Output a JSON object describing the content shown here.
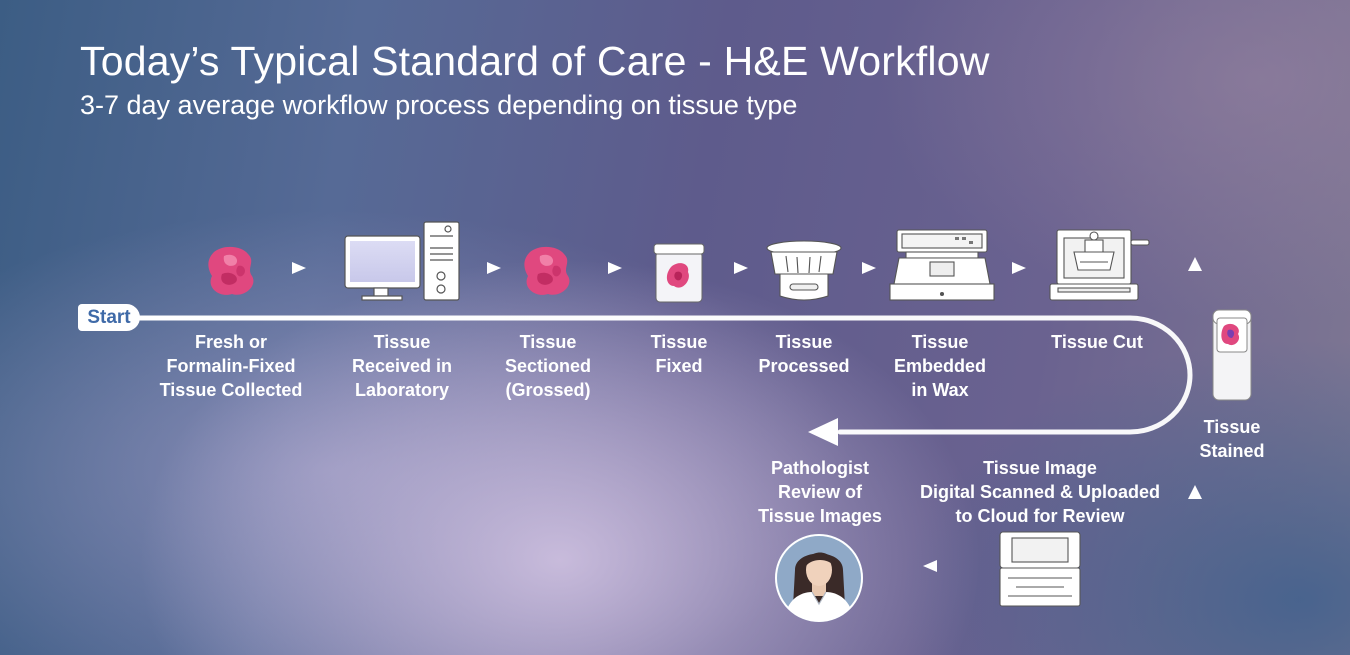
{
  "header": {
    "title": "Today’s Typical Standard of Care - H&E Workflow",
    "subtitle": "3-7 day average workflow process depending on tissue type"
  },
  "start_label": "Start",
  "steps": [
    {
      "label": "Fresh or\nFormalin-Fixed\nTissue Collected",
      "icon": "tissue-sample-icon"
    },
    {
      "label": "Tissue\nReceived in\nLaboratory",
      "icon": "computer-icon"
    },
    {
      "label": "Tissue\nSectioned\n(Grossed)",
      "icon": "tissue-sample-icon"
    },
    {
      "label": "Tissue\nFixed",
      "icon": "specimen-jar-icon"
    },
    {
      "label": "Tissue\nProcessed",
      "icon": "tissue-processor-icon"
    },
    {
      "label": "Tissue\nEmbedded\nin Wax",
      "icon": "embedding-station-icon"
    },
    {
      "label": "Tissue Cut",
      "icon": "microtome-icon"
    },
    {
      "label": "Tissue\nStained",
      "icon": "stainer-icon"
    },
    {
      "label": "Tissue Image\nDigital Scanned & Uploaded\nto Cloud for Review",
      "icon": "slide-scanner-icon"
    },
    {
      "label": "Pathologist\nReview of\nTissue Images",
      "icon": "pathologist-icon"
    }
  ],
  "colors": {
    "tissue_pink": "#e0487f",
    "tissue_dark": "#b8245a",
    "flow_line": "#ffffff",
    "start_text": "#3f6aa8"
  }
}
